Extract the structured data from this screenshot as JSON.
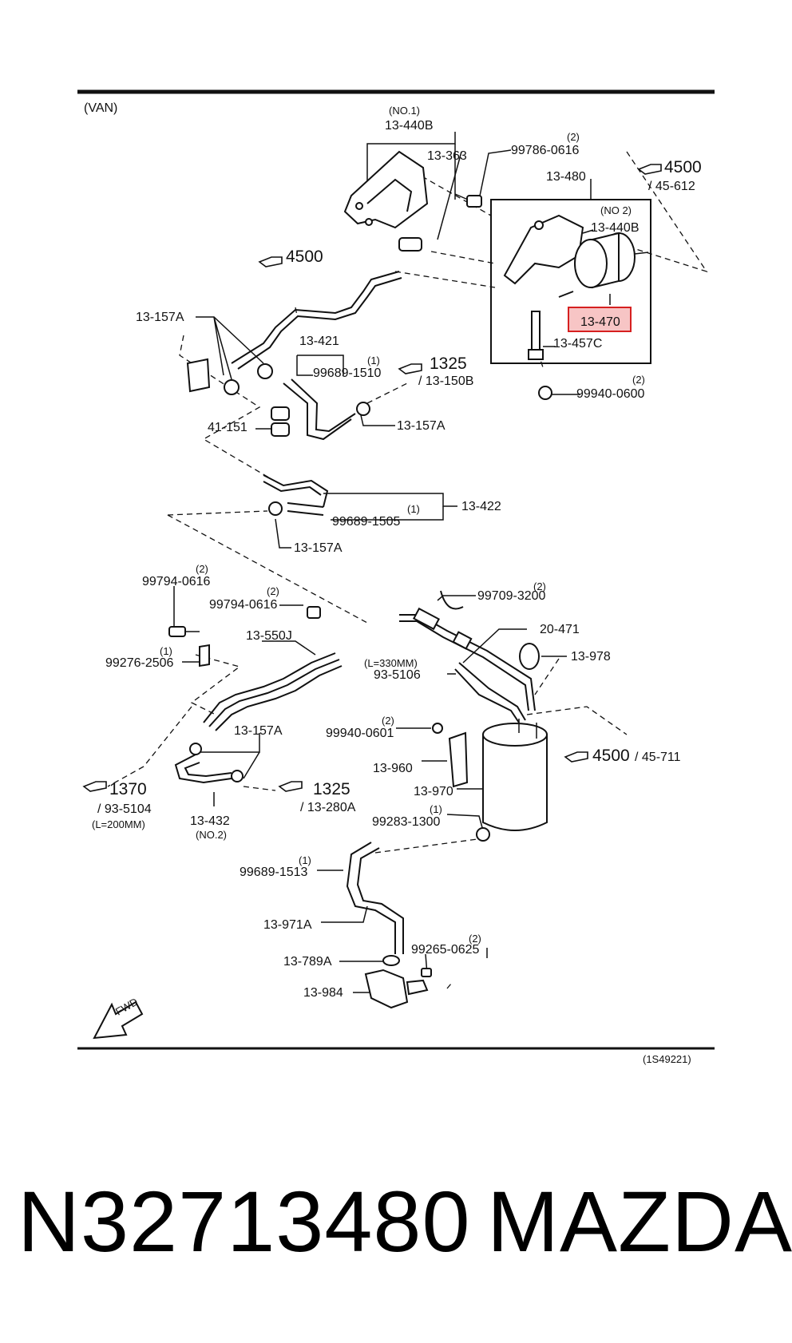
{
  "diagram": {
    "variant": "(VAN)",
    "drawing_id": "(1S49221)",
    "highlight_color": "#d62020",
    "highlighted_part": "13-470",
    "callouts": [
      {
        "id": "no1",
        "text": "(NO.1)"
      },
      {
        "id": "b440a",
        "text": "13-440B"
      },
      {
        "id": "b363",
        "text": "13-363"
      },
      {
        "id": "q2a",
        "text": "(2)"
      },
      {
        "id": "s99786",
        "text": "99786-0616"
      },
      {
        "id": "ref4500a",
        "text": "4500"
      },
      {
        "id": "ref45612",
        "text": "/ 45-612"
      },
      {
        "id": "a480",
        "text": "13-480"
      },
      {
        "id": "no2a",
        "text": "(NO 2)"
      },
      {
        "id": "b440b",
        "text": "13-440B"
      },
      {
        "id": "p470",
        "text": "13-470"
      },
      {
        "id": "c457",
        "text": "13-457C"
      },
      {
        "id": "q2b",
        "text": "(2)"
      },
      {
        "id": "s99940a",
        "text": "99940-0600"
      },
      {
        "id": "ref4500b",
        "text": "4500"
      },
      {
        "id": "c157a1",
        "text": "13-157A"
      },
      {
        "id": "p421",
        "text": "13-421"
      },
      {
        "id": "q1a",
        "text": "(1)"
      },
      {
        "id": "s99689a",
        "text": "99689-1510"
      },
      {
        "id": "ref1325a",
        "text": "1325"
      },
      {
        "id": "ref150b",
        "text": "/ 13-150B"
      },
      {
        "id": "p41151",
        "text": "41-151"
      },
      {
        "id": "c157a2",
        "text": "13-157A"
      },
      {
        "id": "p422",
        "text": "13-422"
      },
      {
        "id": "q1b",
        "text": "(1)"
      },
      {
        "id": "s99689b",
        "text": "99689-1505"
      },
      {
        "id": "c157a3",
        "text": "13-157A"
      },
      {
        "id": "q2c",
        "text": "(2)"
      },
      {
        "id": "s99794a",
        "text": "99794-0616"
      },
      {
        "id": "q2d",
        "text": "(2)"
      },
      {
        "id": "s99794b",
        "text": "99794-0616"
      },
      {
        "id": "q2e",
        "text": "(2)"
      },
      {
        "id": "s99709",
        "text": "99709-3200"
      },
      {
        "id": "p550j",
        "text": "13-550J"
      },
      {
        "id": "p20471",
        "text": "20-471"
      },
      {
        "id": "q1c",
        "text": "(1)"
      },
      {
        "id": "s99276",
        "text": "99276-2506"
      },
      {
        "id": "len330",
        "text": "(L=330MM)"
      },
      {
        "id": "p978",
        "text": "13-978"
      },
      {
        "id": "p935106",
        "text": "93-5106"
      },
      {
        "id": "q2f",
        "text": "(2)"
      },
      {
        "id": "s99940b",
        "text": "99940-0601"
      },
      {
        "id": "c157a4",
        "text": "13-157A"
      },
      {
        "id": "ref4500c",
        "text": "4500"
      },
      {
        "id": "ref45711",
        "text": "/ 45-711"
      },
      {
        "id": "p960",
        "text": "13-960"
      },
      {
        "id": "p970",
        "text": "13-970"
      },
      {
        "id": "ref1370",
        "text": "1370"
      },
      {
        "id": "ref935104",
        "text": "/ 93-5104"
      },
      {
        "id": "len200",
        "text": "(L=200MM)"
      },
      {
        "id": "ref1325b",
        "text": "1325"
      },
      {
        "id": "ref280a",
        "text": "/ 13-280A"
      },
      {
        "id": "q1d",
        "text": "(1)"
      },
      {
        "id": "s99283",
        "text": "99283-1300"
      },
      {
        "id": "p432",
        "text": "13-432"
      },
      {
        "id": "no2b",
        "text": "(NO.2)"
      },
      {
        "id": "q1e",
        "text": "(1)"
      },
      {
        "id": "s99689c",
        "text": "99689-1513"
      },
      {
        "id": "p971a",
        "text": "13-971A"
      },
      {
        "id": "q2g",
        "text": "(2)"
      },
      {
        "id": "s99265",
        "text": "99265-0625"
      },
      {
        "id": "p789a",
        "text": "13-789A"
      },
      {
        "id": "p984",
        "text": "13-984"
      },
      {
        "id": "fwd",
        "text": "FWD"
      }
    ]
  },
  "caption": {
    "part_number": "N32713480",
    "brand": "MAZDA"
  }
}
